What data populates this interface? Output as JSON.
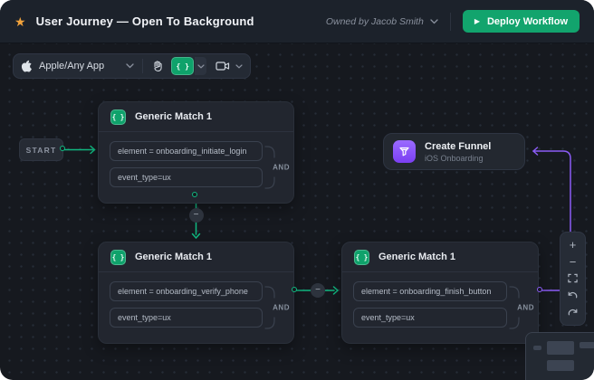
{
  "header": {
    "title": "User Journey — Open To Background",
    "owner_label": "Owned by Jacob Smith",
    "deploy_label": "Deploy Workflow"
  },
  "toolbar": {
    "app_selector_label": "Apple/Any App"
  },
  "canvas": {
    "start_label": "START",
    "and_label": "AND",
    "nodes": [
      {
        "title": "Generic Match 1",
        "fields": [
          "element = onboarding_initiate_login",
          "event_type=ux"
        ]
      },
      {
        "title": "Generic Match 1",
        "fields": [
          "element = onboarding_verify_phone",
          "event_type=ux"
        ]
      },
      {
        "title": "Generic Match 1",
        "fields": [
          "element = onboarding_finish_button",
          "event_type=ux"
        ]
      }
    ],
    "funnel": {
      "title": "Create Funnel",
      "subtitle": "iOS Onboarding"
    }
  },
  "icons": {
    "star": "★",
    "play": "▶",
    "braces": "{ }",
    "plus": "+",
    "minus": "−"
  },
  "colors": {
    "accent_green": "#10b981",
    "deploy_green": "#12a46d",
    "accent_purple": "#8b5cf6",
    "star_yellow": "#f2a33c"
  }
}
